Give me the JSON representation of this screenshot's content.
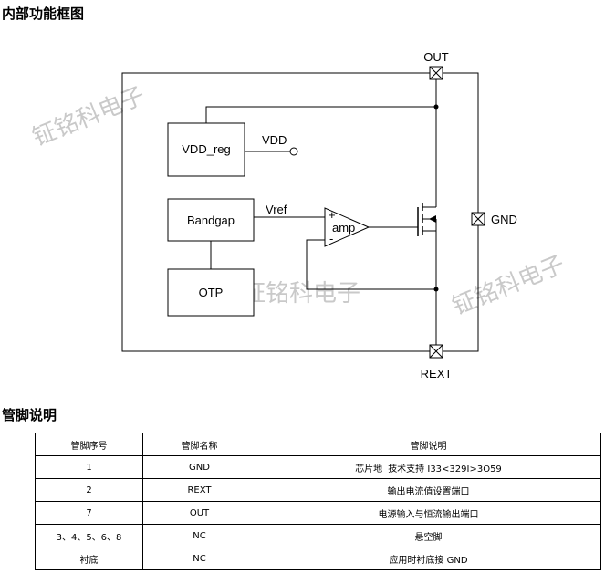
{
  "section1_title": "内部功能框图",
  "diagram": {
    "pin_out": "OUT",
    "pin_gnd": "GND",
    "pin_rext": "REXT",
    "block_vdd_reg": "VDD_reg",
    "block_bandgap": "Bandgap",
    "block_otp": "OTP",
    "net_vdd": "VDD",
    "net_vref": "Vref",
    "amp_label": "amp",
    "amp_plus": "+",
    "amp_minus": "-",
    "watermark": "钲铭科电子"
  },
  "section2_title": "管脚说明",
  "pin_table": {
    "headers": [
      "管脚序号",
      "管脚名称",
      "管脚说明"
    ],
    "rows": [
      {
        "num": "1",
        "name": "GND",
        "desc": "芯片地",
        "note": "技术支持 I33<329I>3O59"
      },
      {
        "num": "2",
        "name": "REXT",
        "desc": "输出电流值设置端口",
        "note": ""
      },
      {
        "num": "7",
        "name": "OUT",
        "desc": "电源输入与恒流输出端口",
        "note": ""
      },
      {
        "num": "3、4、5、6、8",
        "name": "NC",
        "desc": "悬空脚",
        "note": ""
      },
      {
        "num": "衬底",
        "name": "NC",
        "desc": "应用时衬底接 GND",
        "note": ""
      }
    ]
  }
}
